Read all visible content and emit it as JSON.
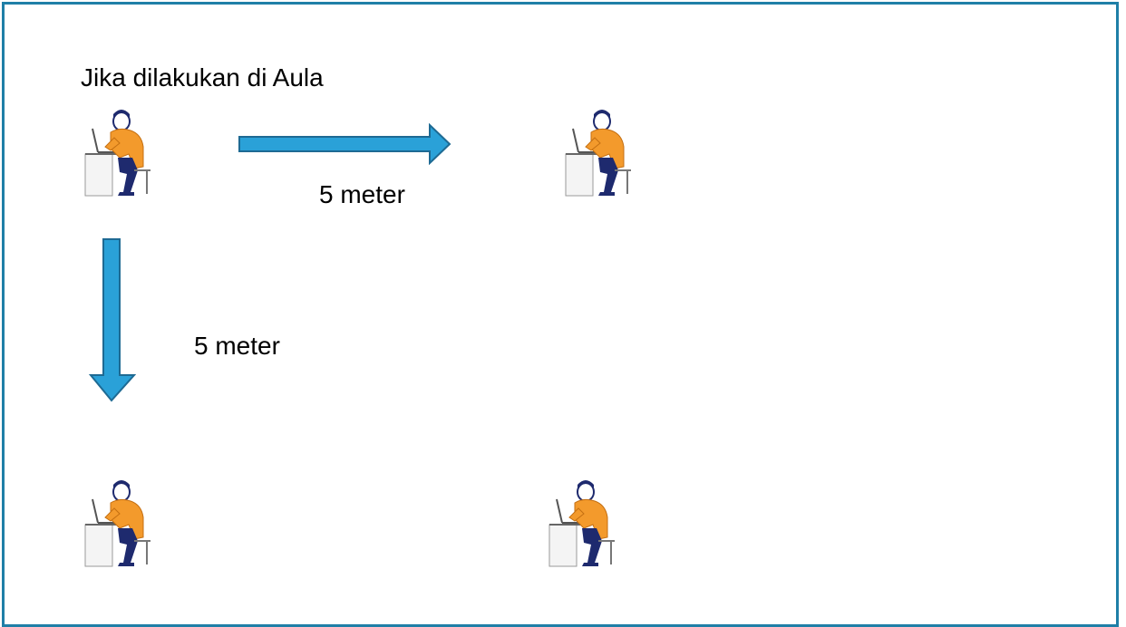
{
  "title": "Jika dilakukan di Aula",
  "arrows": {
    "horizontal_label": "5 meter",
    "vertical_label": "5 meter"
  },
  "people_count": 4,
  "icon": "person-at-desk-icon",
  "colors": {
    "frame": "#1f7fa7",
    "arrow_fill": "#2aa1d8",
    "arrow_stroke": "#1e6a93",
    "shirt": "#f39a2c",
    "pants": "#1e2a6e"
  }
}
